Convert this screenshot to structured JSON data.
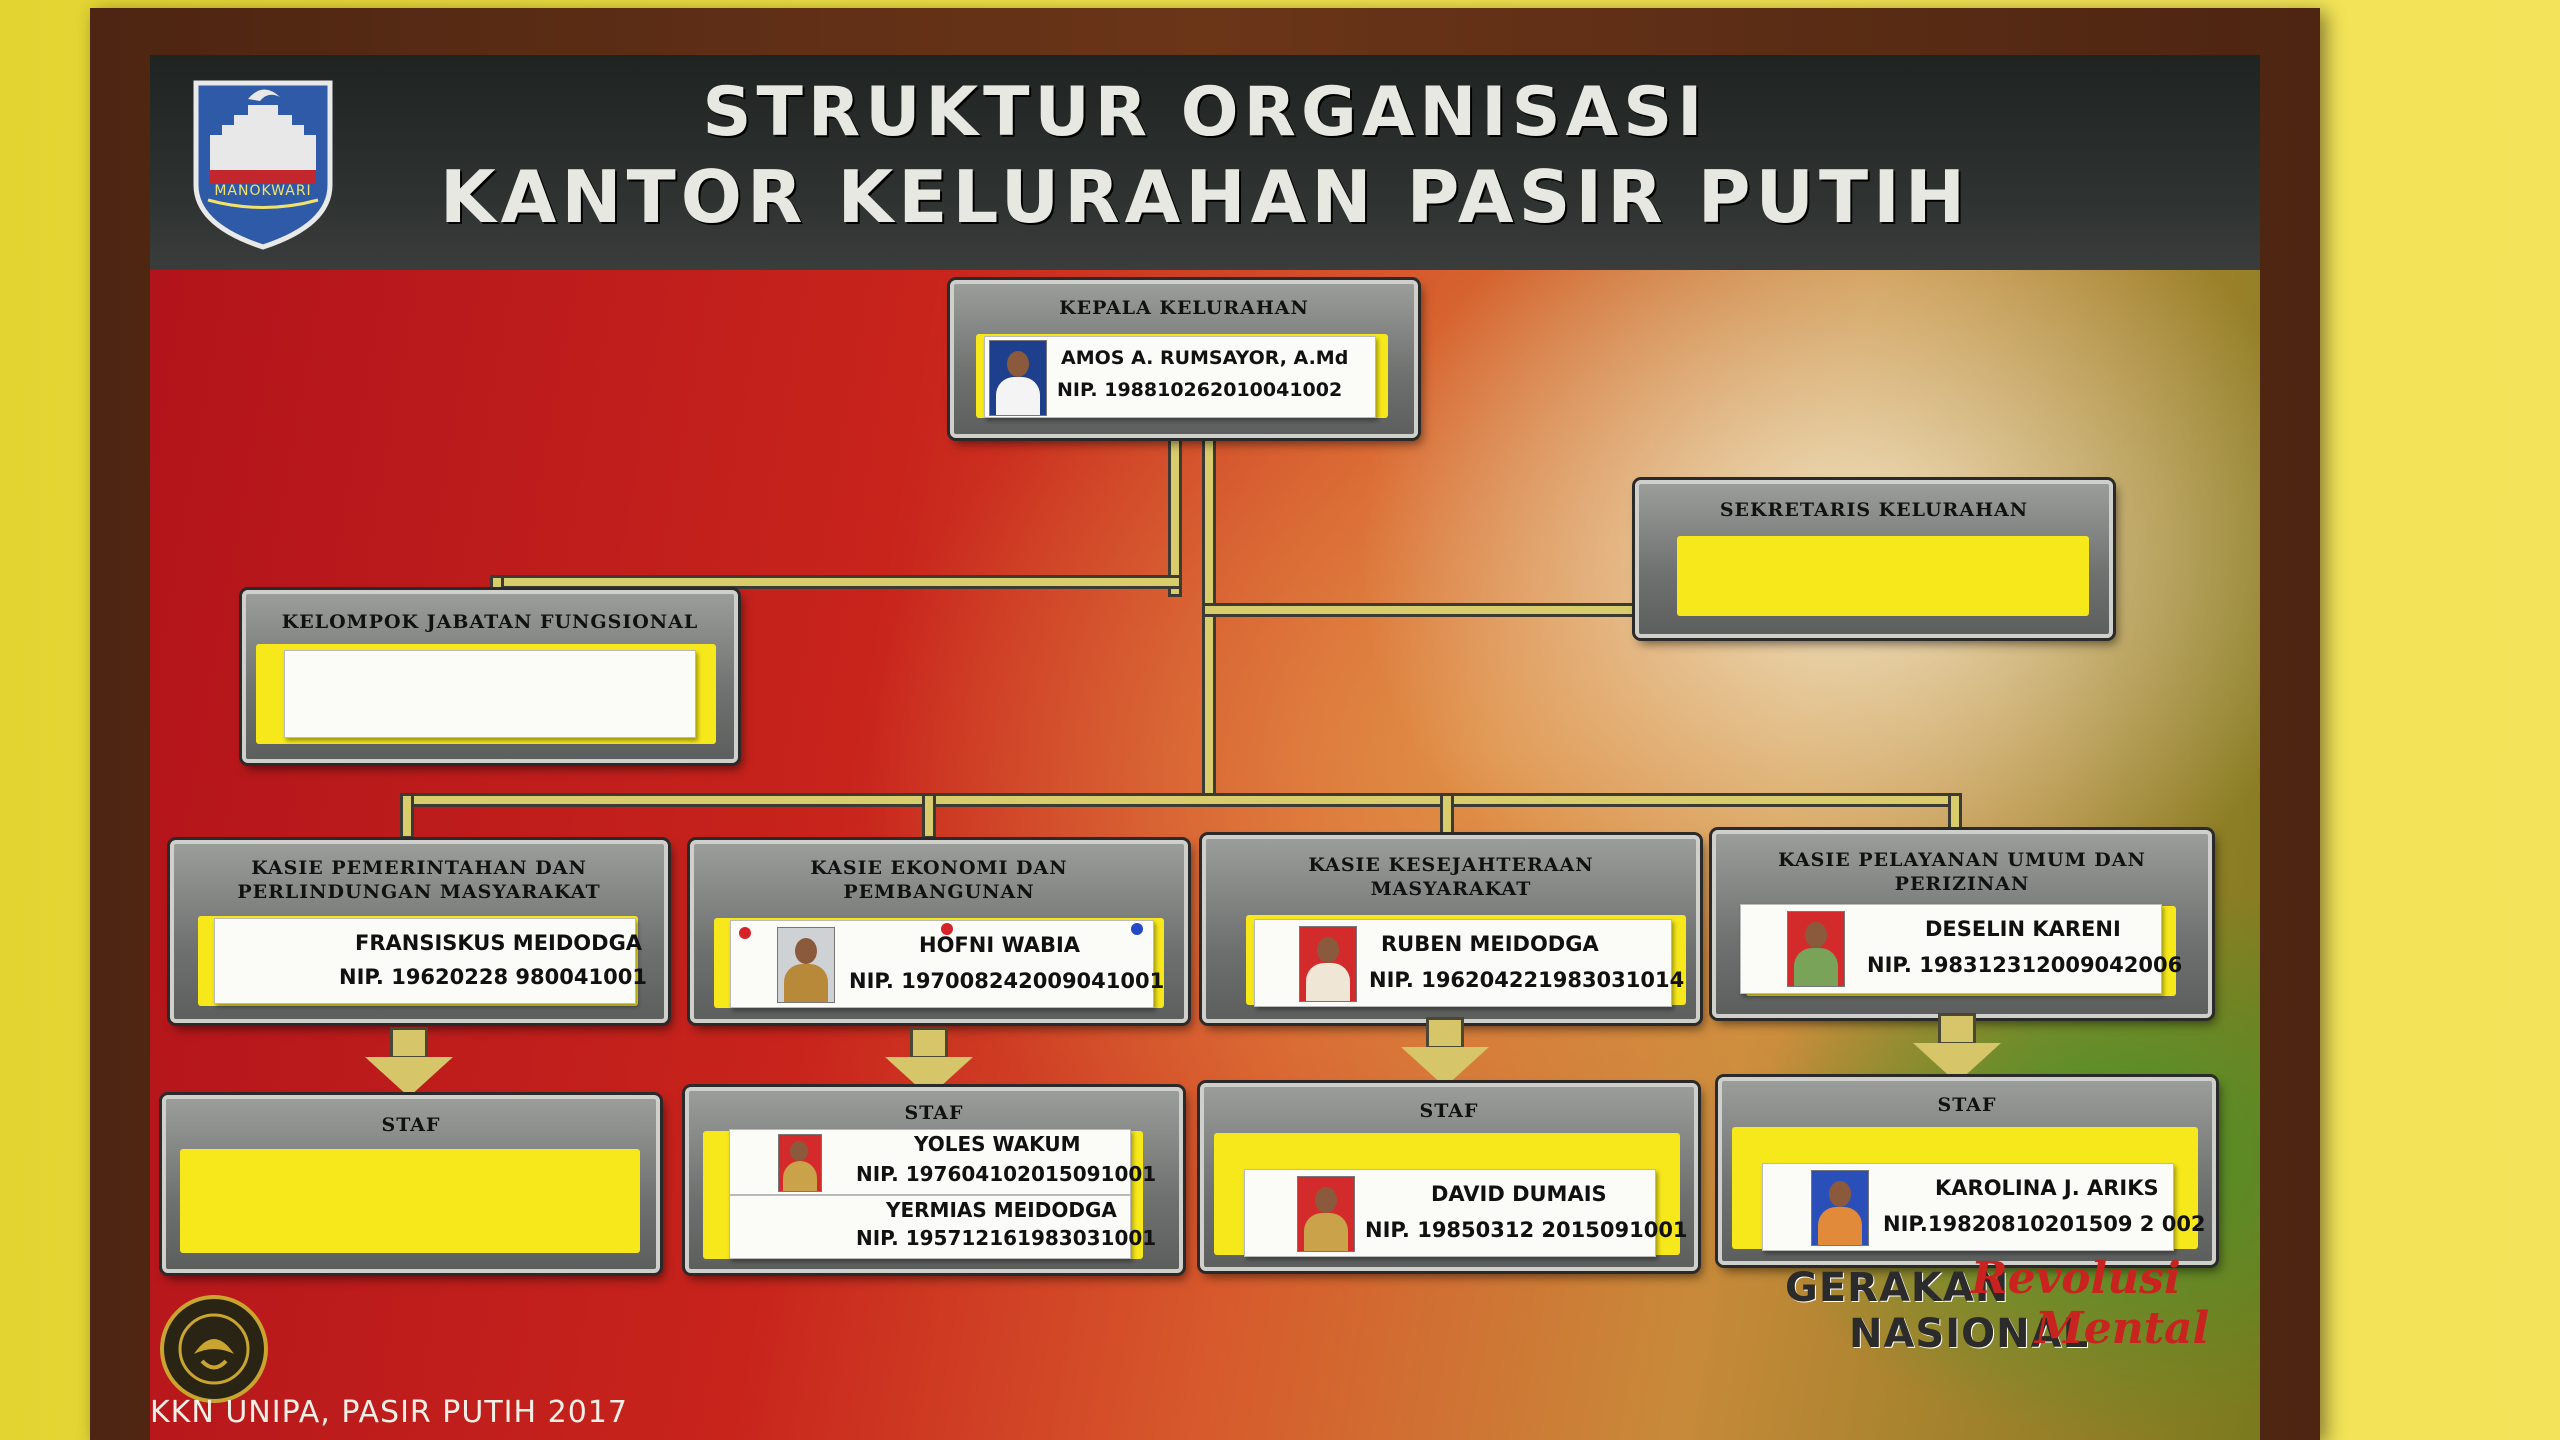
{
  "title_line1": "STRUKTUR ORGANISASI",
  "title_line2": "KANTOR KELURAHAN PASIR PUTIH",
  "crest_label": "MANOKWARI",
  "kepala": {
    "title": "KEPALA KELURAHAN",
    "name": "AMOS A. RUMSAYOR, A.Md",
    "nip": "NIP. 198810262010041002"
  },
  "sekretaris": {
    "title": "SEKRETARIS KELURAHAN"
  },
  "fungsional": {
    "title": "KELOMPOK JABATAN FUNGSIONAL"
  },
  "kasie": [
    {
      "title1": "KASIE PEMERINTAHAN DAN",
      "title2": "PERLINDUNGAN MASYARAKAT",
      "name": "FRANSISKUS MEIDODGA",
      "nip": "NIP. 19620228 980041001"
    },
    {
      "title1": "KASIE EKONOMI DAN",
      "title2": "PEMBANGUNAN",
      "name": "HOFNI WABIA",
      "nip": "NIP. 197008242009041001"
    },
    {
      "title1": "KASIE KESEJAHTERAAN",
      "title2": "MASYARAKAT",
      "name": "RUBEN MEIDODGA",
      "nip": "NIP. 196204221983031014"
    },
    {
      "title1": "KASIE PELAYANAN UMUM DAN",
      "title2": "PERIZINAN",
      "name": "DESELIN KARENI",
      "nip": "NIP. 198312312009042006"
    }
  ],
  "staf": [
    {
      "title": "STAF"
    },
    {
      "title": "STAF",
      "name1": "YOLES WAKUM",
      "nip1": "NIP. 197604102015091001",
      "name2": "YERMIAS MEIDODGA",
      "nip2": "NIP. 195712161983031001"
    },
    {
      "title": "STAF",
      "name": "DAVID DUMAIS",
      "nip": "NIP. 19850312 2015091001"
    },
    {
      "title": "STAF",
      "name": "KAROLINA J. ARIKS",
      "nip": "NIP.19820810201509 2 002"
    }
  ],
  "footer": "KKN UNIPA, PASIR PUTIH 2017",
  "gerakan": {
    "word1": "GERAKAN",
    "word2": "NASIONAL",
    "word3": "Revolusi",
    "word4": "Mental"
  },
  "colors": {
    "card_yellow": "#f7e81b",
    "board_red": "#c8241c",
    "frame_brown": "#5a2c14",
    "wall_yellow": "#e9dc3b"
  }
}
